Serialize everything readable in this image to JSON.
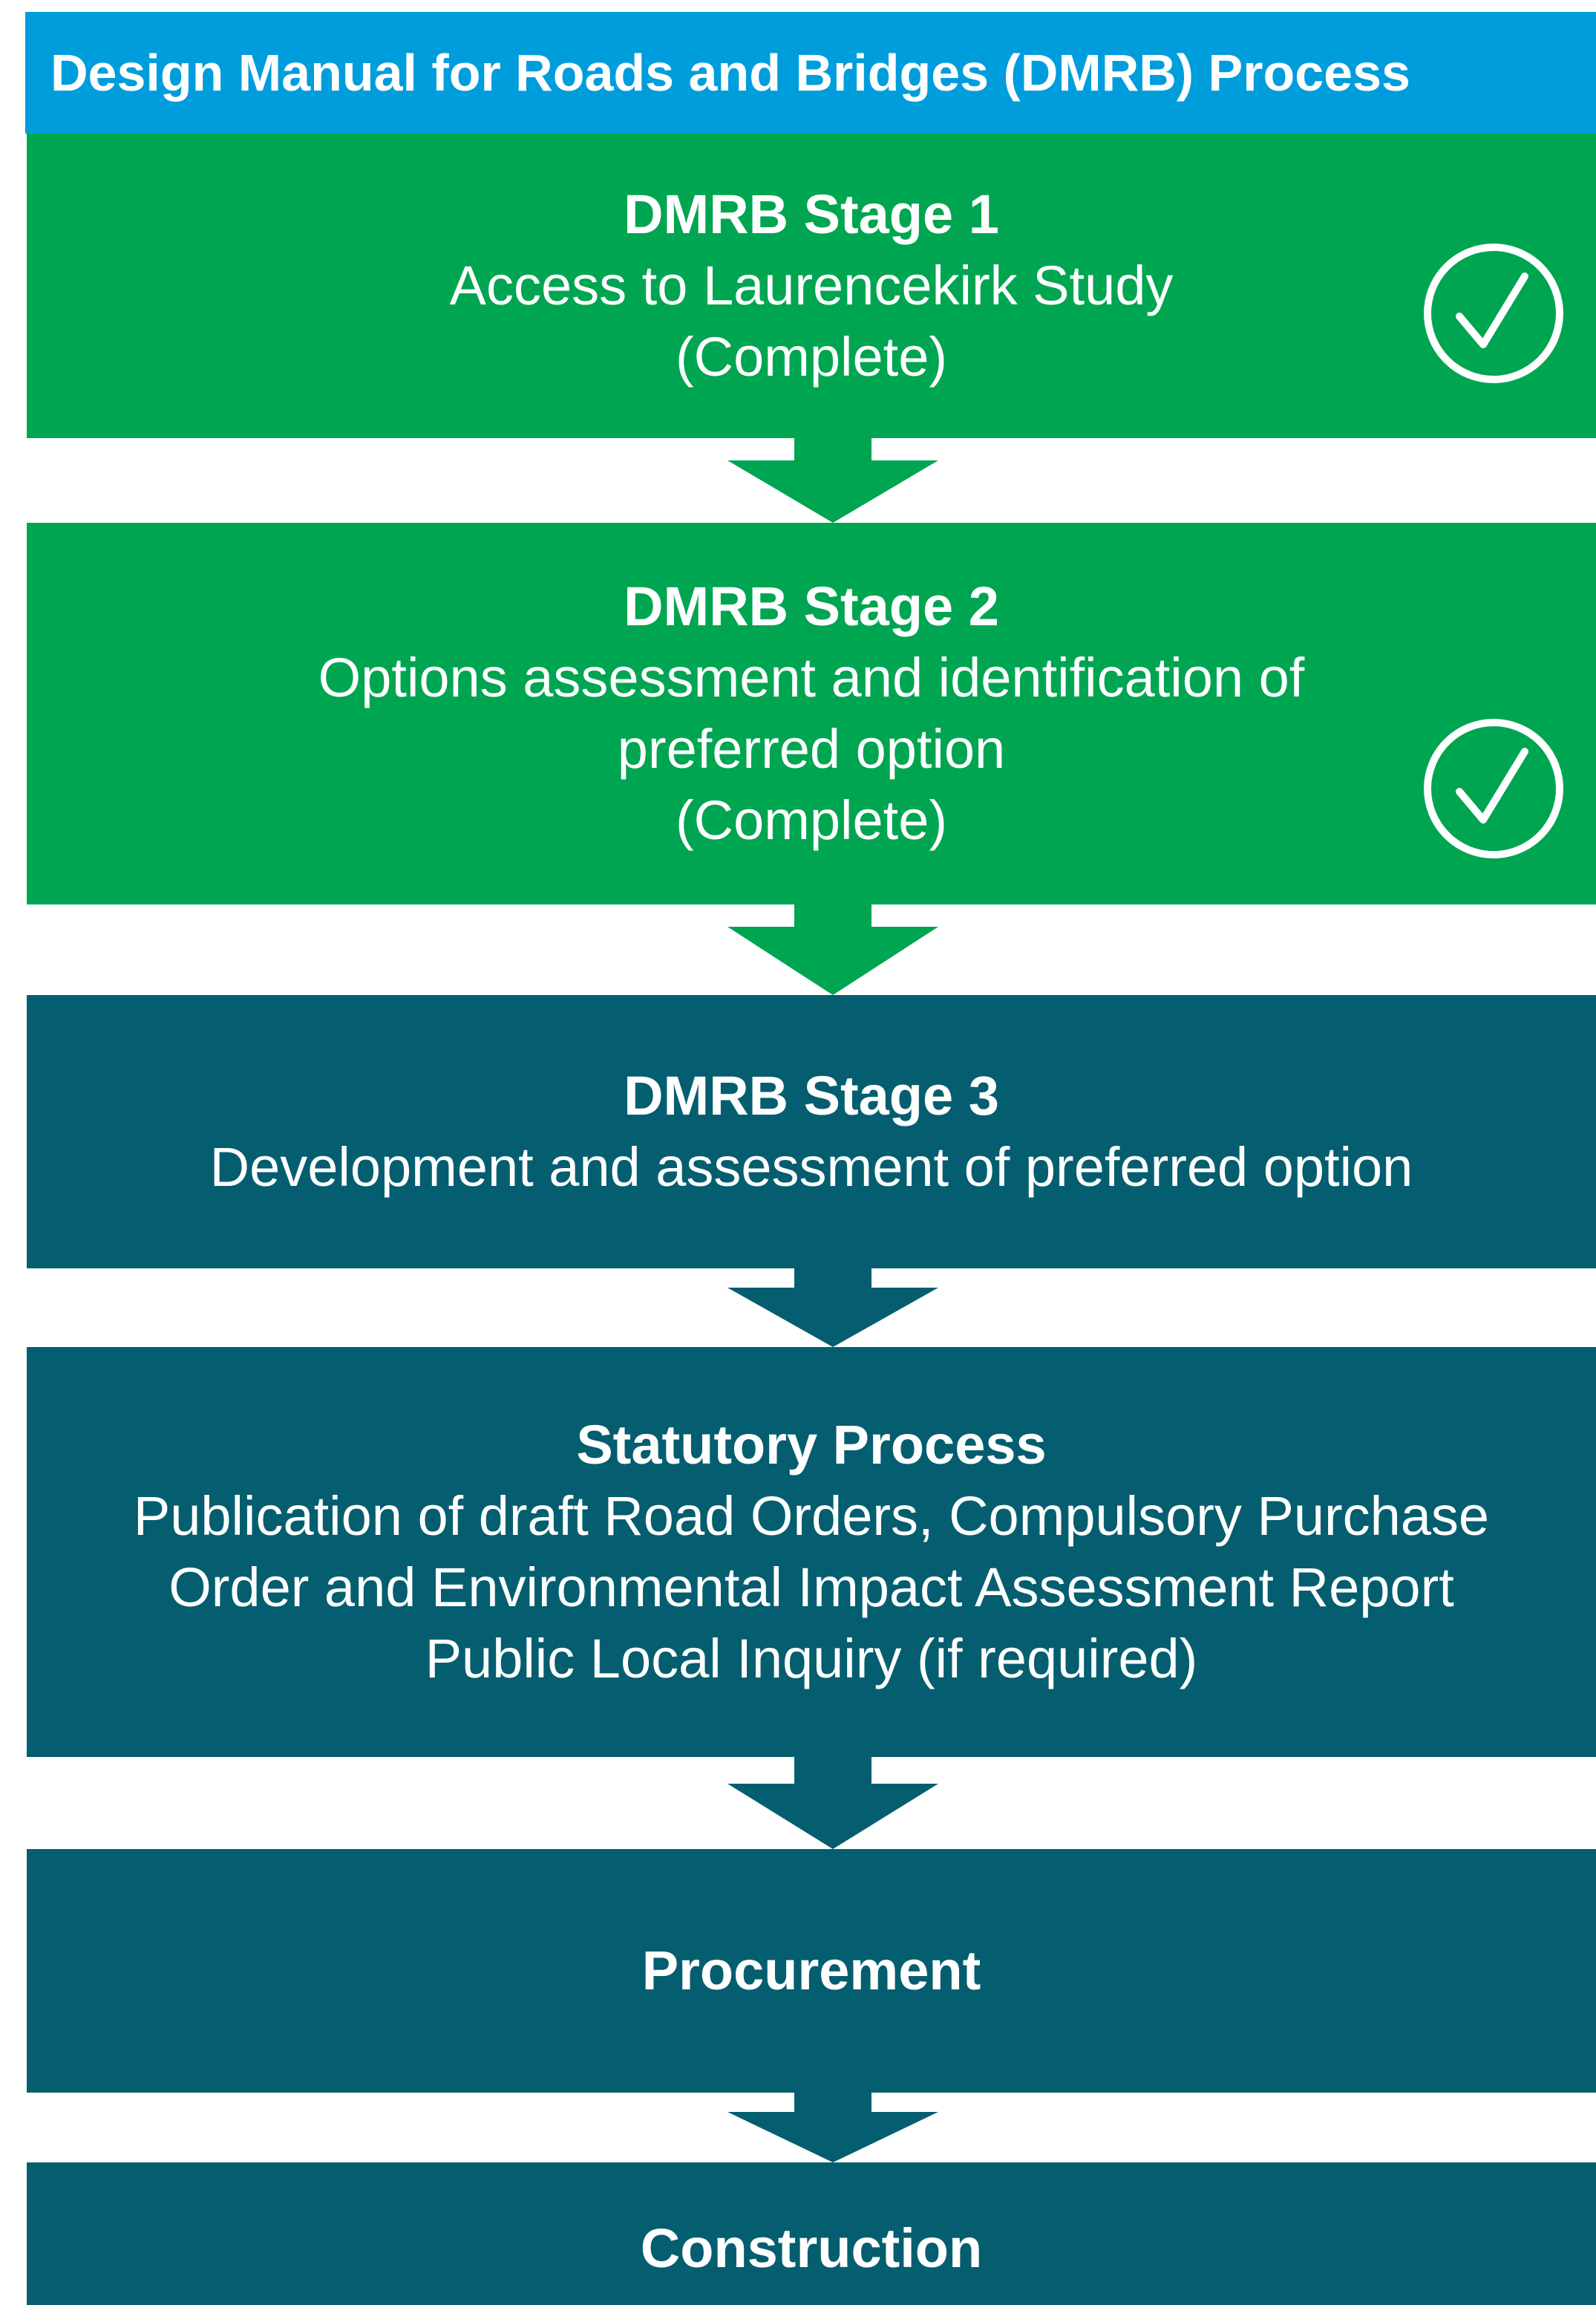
{
  "header": {
    "title": "Design Manual for Roads and Bridges (DMRB) Process"
  },
  "stages": [
    {
      "title": "DMRB Stage 1",
      "lines": [
        "Access to Laurencekirk Study",
        "(Complete)"
      ],
      "status": "complete",
      "color": "#00a551"
    },
    {
      "title": "DMRB Stage 2",
      "lines": [
        "Options assessment and identification of",
        "preferred option",
        "(Complete)"
      ],
      "status": "complete",
      "color": "#00a551"
    },
    {
      "title": "DMRB Stage 3",
      "lines": [
        "Development and assessment of preferred option"
      ],
      "status": "pending",
      "color": "#045e6f"
    },
    {
      "title": "Statutory Process",
      "lines": [
        "Publication of draft Road Orders, Compulsory Purchase",
        "Order and Environmental Impact Assessment Report",
        "Public Local Inquiry (if required)"
      ],
      "status": "pending",
      "color": "#045e6f"
    },
    {
      "title": "Procurement",
      "lines": [],
      "status": "pending",
      "color": "#045e6f"
    },
    {
      "title": "Construction",
      "lines": [],
      "status": "pending",
      "color": "#045e6f"
    }
  ],
  "colors": {
    "header": "#009ddc",
    "complete": "#00a551",
    "pending": "#045e6f",
    "text": "#ffffff"
  },
  "icons": {
    "complete": "check-circle-icon",
    "connector": "down-arrow-icon"
  }
}
